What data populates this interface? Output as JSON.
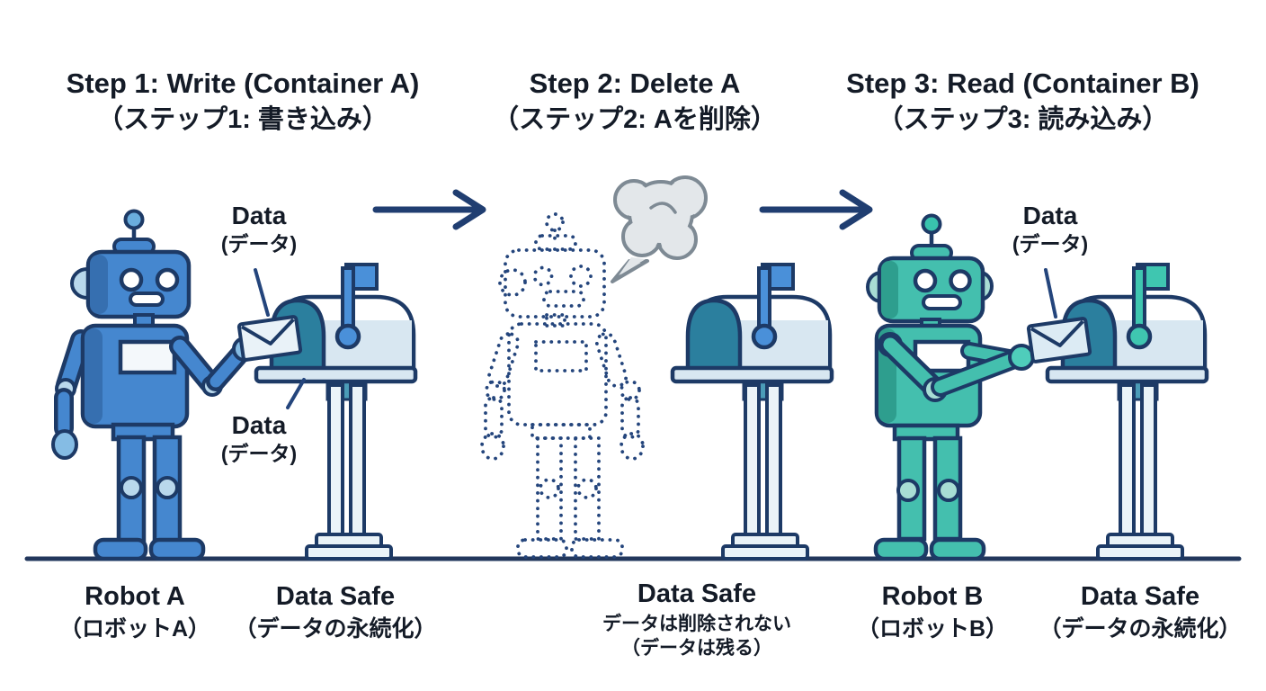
{
  "steps": [
    {
      "title": "Step 1: Write (Container A)",
      "subtitle": "（ステップ1: 書き込み）"
    },
    {
      "title": "Step 2: Delete A",
      "subtitle": "（ステップ2: Aを削除）"
    },
    {
      "title": "Step 3: Read (Container B)",
      "subtitle": "（ステップ3: 読み込み）"
    }
  ],
  "labels": {
    "data_en": "Data",
    "data_jp": "(データ)"
  },
  "captions": [
    {
      "en": "Robot A",
      "jp": "（ロボットA）"
    },
    {
      "en": "Data Safe",
      "jp": "（データの永続化）"
    },
    {
      "en": "Data Safe",
      "jp": "データは削除されない",
      "jp2": "（データは残る）"
    },
    {
      "en": "Robot B",
      "jp": "（ロボットB）"
    },
    {
      "en": "Data Safe",
      "jp": "（データの永続化）"
    }
  ],
  "colors": {
    "text": "#141b27",
    "outline": "#1d3a66",
    "robot_a_blue": "#4587cf",
    "robot_a_shade": "#366fb0",
    "robot_b_teal": "#44bfae",
    "robot_b_shade": "#2e9e8e",
    "joint_light_blue": "#b9d8ec",
    "joint_light_teal": "#a8ddd4",
    "mailbox_body": "#d8e7f1",
    "mailbox_top": "#ffffff",
    "mailbox_door": "#2b7f9e",
    "post": "#eaf3f8",
    "flag_blue": "#4a90d9",
    "flag_teal": "#3fc6b0",
    "envelope": "#e9f2f8",
    "smoke_fill": "#e3e7ea",
    "smoke_stroke": "#7e8a94",
    "ground": "#22375c"
  },
  "icons": {
    "robot_a": "blue-robot",
    "robot_b": "teal-robot",
    "deleted_robot": "dotted-ghost-robot",
    "smoke": "smoke-puff",
    "mailbox": "us-mailbox",
    "envelope": "data-envelope",
    "arrow": "right-arrow"
  }
}
